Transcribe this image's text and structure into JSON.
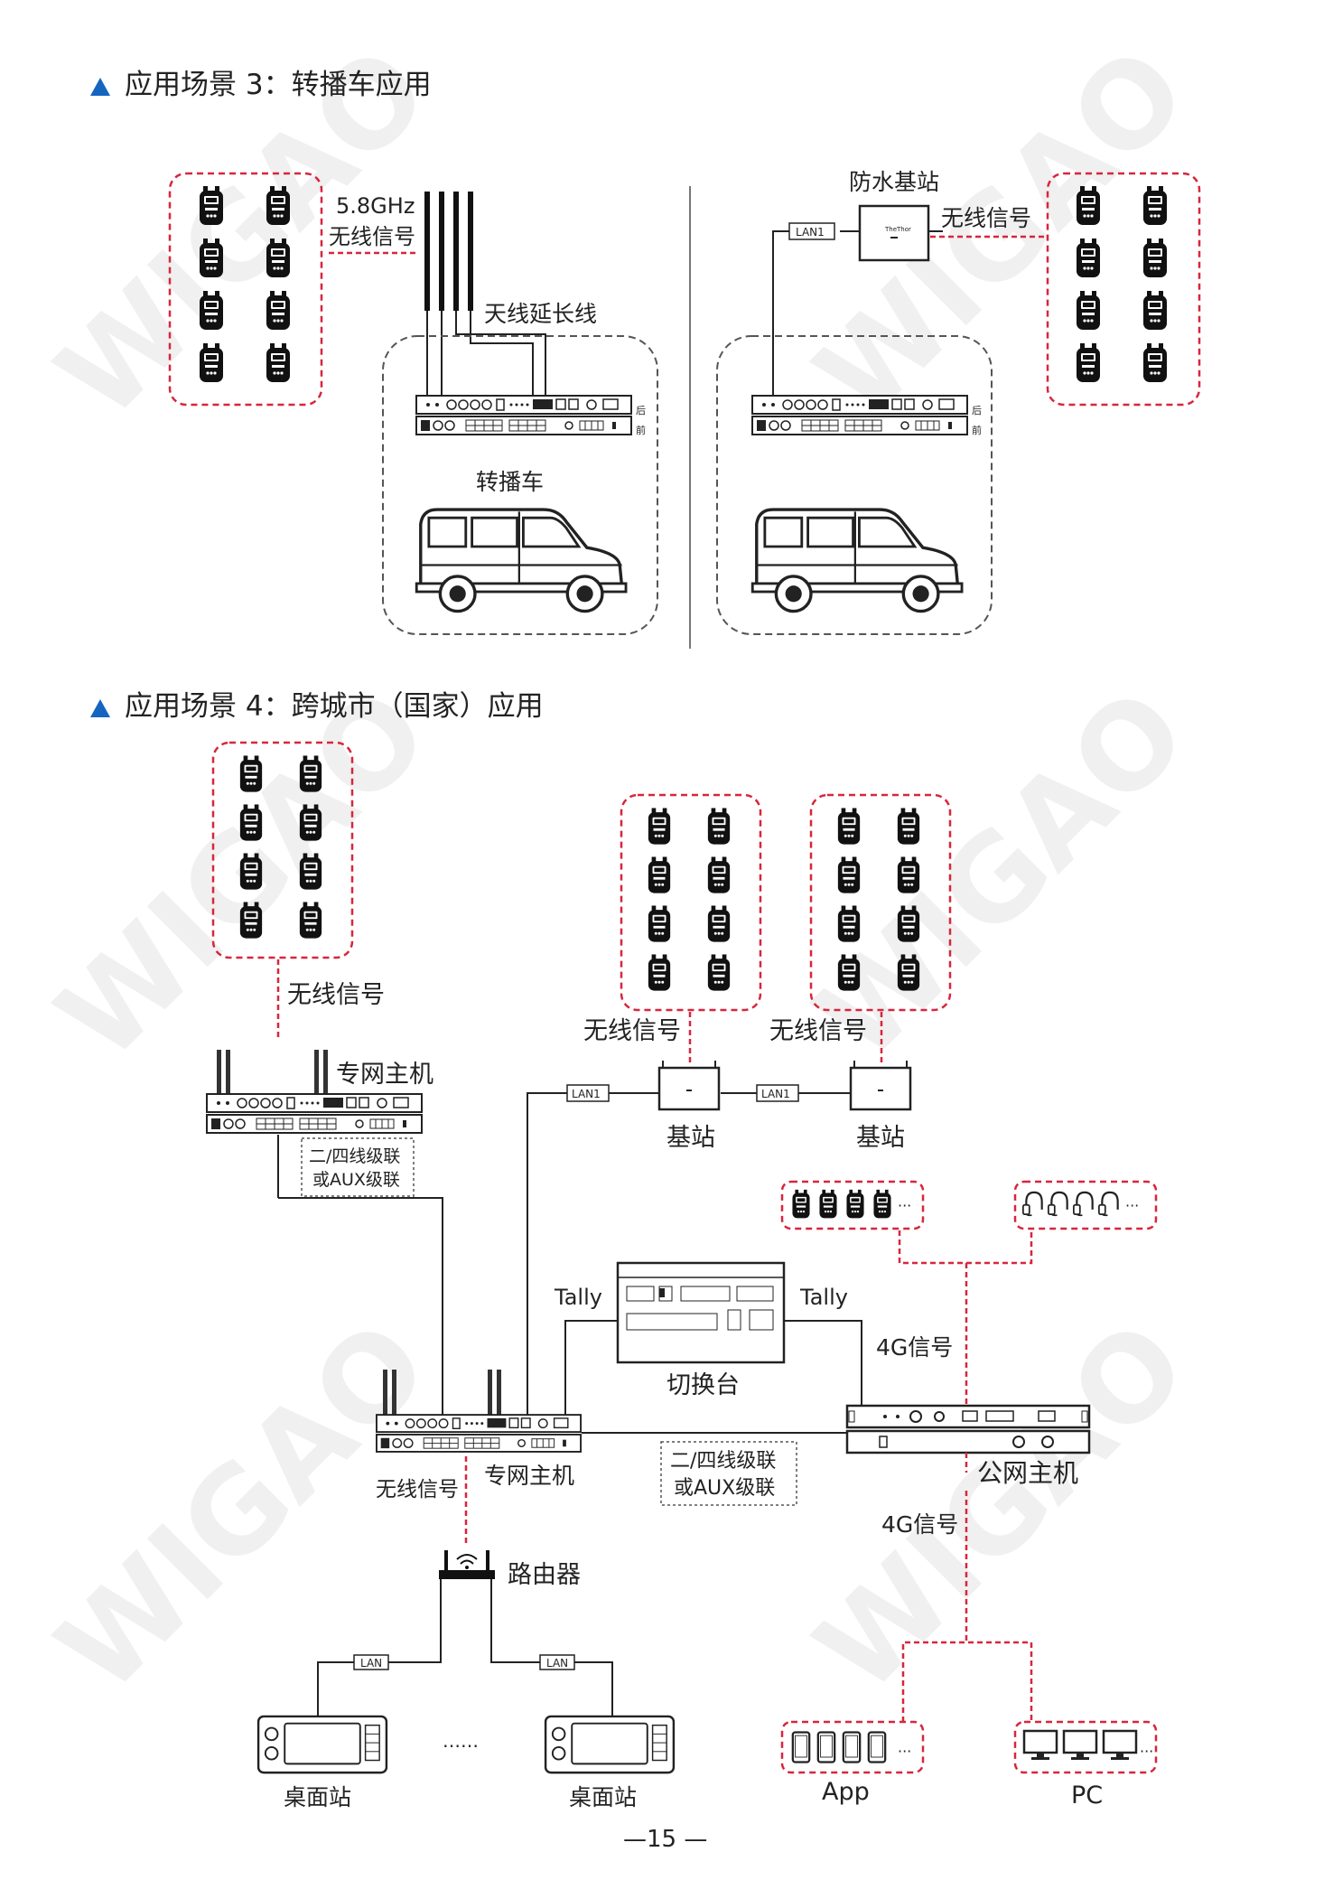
{
  "scene3": {
    "title": "应用场景 3：转播车应用",
    "left": {
      "freq": "5.8GHz",
      "wireless": "无线信号",
      "extension": "天线延长线",
      "van": "转播车"
    },
    "right": {
      "waterproof_station": "防水基站",
      "wireless": "无线信号",
      "lan": "LAN1"
    },
    "panel_back": "后",
    "panel_front": "前"
  },
  "scene4": {
    "title": "应用场景 4：跨城市（国家）应用",
    "wireless_top": "无线信号",
    "private_host_top": "专网主机",
    "cascade_1": [
      "二/四线级联",
      "或AUX级联"
    ],
    "wireless_bs1": "无线信号",
    "wireless_bs2": "无线信号",
    "base_station_1": "基站",
    "base_station_2": "基站",
    "lan1_a": "LAN1",
    "lan1_b": "LAN1",
    "tally_left": "Tally",
    "tally_right": "Tally",
    "switcher": "切换台",
    "signal_4g_top": "4G信号",
    "private_host_mid": "专网主机",
    "wireless_mid": "无线信号",
    "cascade_2": [
      "二/四线级联",
      "或AUX级联"
    ],
    "public_host": "公网主机",
    "signal_4g_bottom": "4G信号",
    "router": "路由器",
    "lan_left": "LAN",
    "lan_right": "LAN",
    "desk_left": "桌面站",
    "desk_right": "桌面站",
    "ellipsis": "……",
    "app": "App",
    "pc": "PC"
  },
  "page_number": "—15 —",
  "watermark": "WIGAO",
  "colors": {
    "accent_triangle": "#1565c0",
    "dash_red": "#d7263d",
    "line": "#333333"
  }
}
